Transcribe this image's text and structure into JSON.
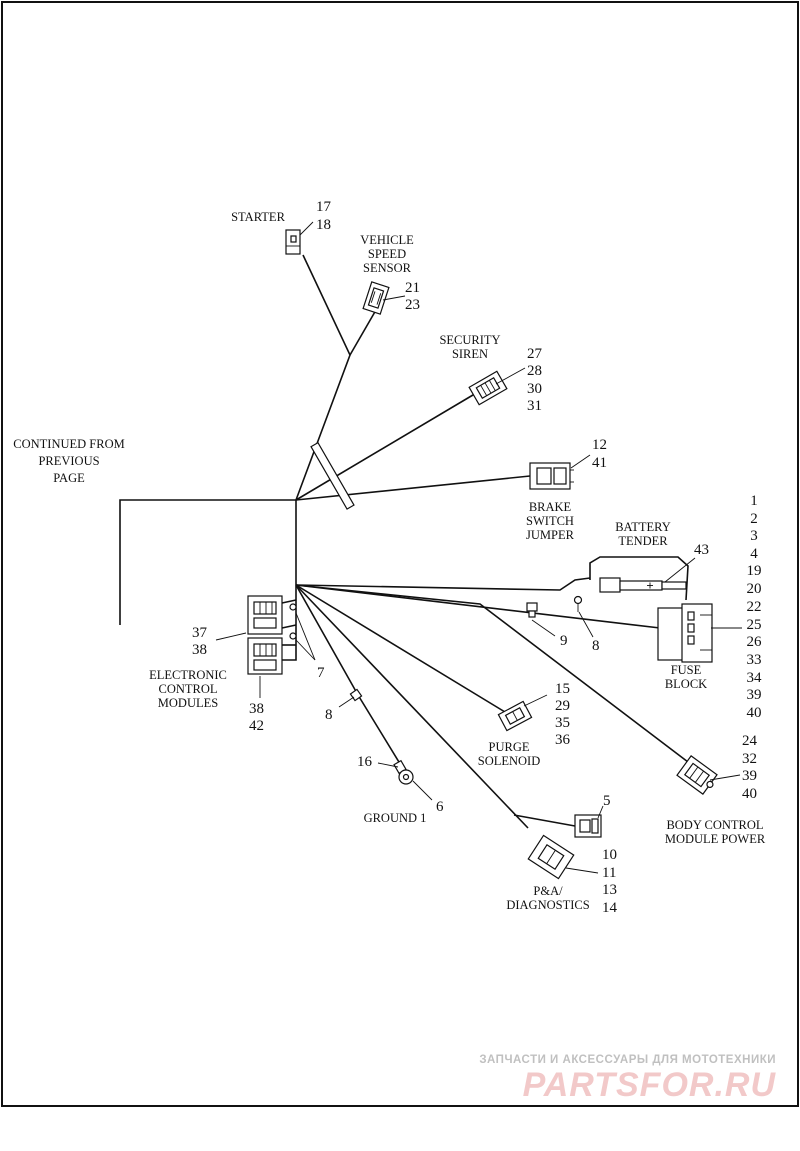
{
  "diagram": {
    "colors": {
      "line": "#111111",
      "watermark_top": "#c0c0c0",
      "watermark_main": "#f2c9c9"
    },
    "labels": {
      "continued": [
        "CONTINUED FROM",
        "PREVIOUS",
        "PAGE"
      ],
      "starter": "STARTER",
      "vss": [
        "VEHICLE",
        "SPEED",
        "SENSOR"
      ],
      "siren": [
        "SECURITY",
        "SIREN"
      ],
      "brake": [
        "BRAKE",
        "SWITCH",
        "JUMPER"
      ],
      "battery": [
        "BATTERY",
        "TENDER"
      ],
      "fuse": [
        "FUSE",
        "BLOCK"
      ],
      "ecm": [
        "ELECTRONIC",
        "CONTROL",
        "MODULES"
      ],
      "purge": [
        "PURGE",
        "SOLENOID"
      ],
      "ground": "GROUND 1",
      "bcm": [
        "BODY CONTROL",
        "MODULE POWER"
      ],
      "pa": [
        "P&A/",
        "DIAGNOSTICS"
      ]
    },
    "callouts": {
      "starter": [
        "17",
        "18"
      ],
      "vss": [
        "21",
        "23"
      ],
      "siren": [
        "27",
        "28",
        "30",
        "31"
      ],
      "brake": [
        "12",
        "41"
      ],
      "fuse_list": [
        "1",
        "2",
        "3",
        "4",
        "19",
        "20",
        "22",
        "25",
        "26",
        "33",
        "34",
        "39",
        "40"
      ],
      "battery": "43",
      "ecm_a": [
        "37",
        "38"
      ],
      "ecm_b": [
        "38",
        "42"
      ],
      "clip_7": "7",
      "clip_8a": "8",
      "clip_8b": "8",
      "clip_9": "9",
      "purge": [
        "15",
        "29",
        "35",
        "36"
      ],
      "ground_16": "16",
      "ground_6": "6",
      "bcm": [
        "24",
        "32",
        "39",
        "40"
      ],
      "pa_5": "5",
      "pa": [
        "10",
        "11",
        "13",
        "14"
      ]
    },
    "watermark": {
      "top": "ЗАПЧАСТИ И АКСЕССУАРЫ ДЛЯ МОТОТЕХНИКИ",
      "main": "PARTSFOR.RU"
    }
  }
}
